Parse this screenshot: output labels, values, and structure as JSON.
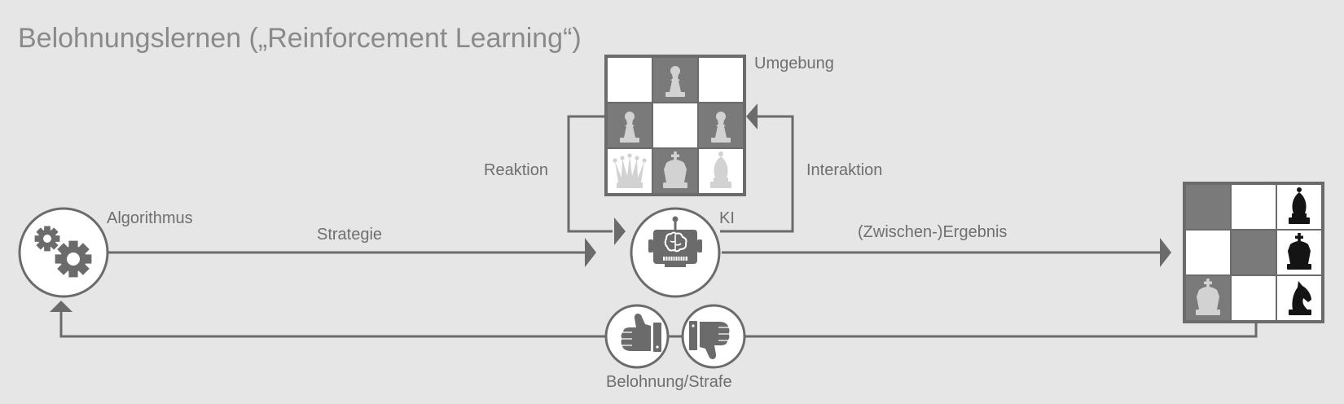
{
  "title": "Belohnungslernen („Reinforcement Learning“)",
  "labels": {
    "environment": "Umgebung",
    "reaction": "Reaktion",
    "interaction": "Interaktion",
    "algorithm": "Algorithmus",
    "strategy": "Strategie",
    "ai": "KI",
    "result": "(Zwischen-)Ergebnis",
    "reward": "Belohnung/Strafe"
  },
  "icons": {
    "algorithm": "gears-icon",
    "ai": "robot-brain-icon",
    "reward": "thumbs-up-icon",
    "penalty": "thumbs-down-icon"
  },
  "colors": {
    "background": "#e6e6e6",
    "line": "#6b6b6b",
    "text": "#6f6f6f"
  }
}
